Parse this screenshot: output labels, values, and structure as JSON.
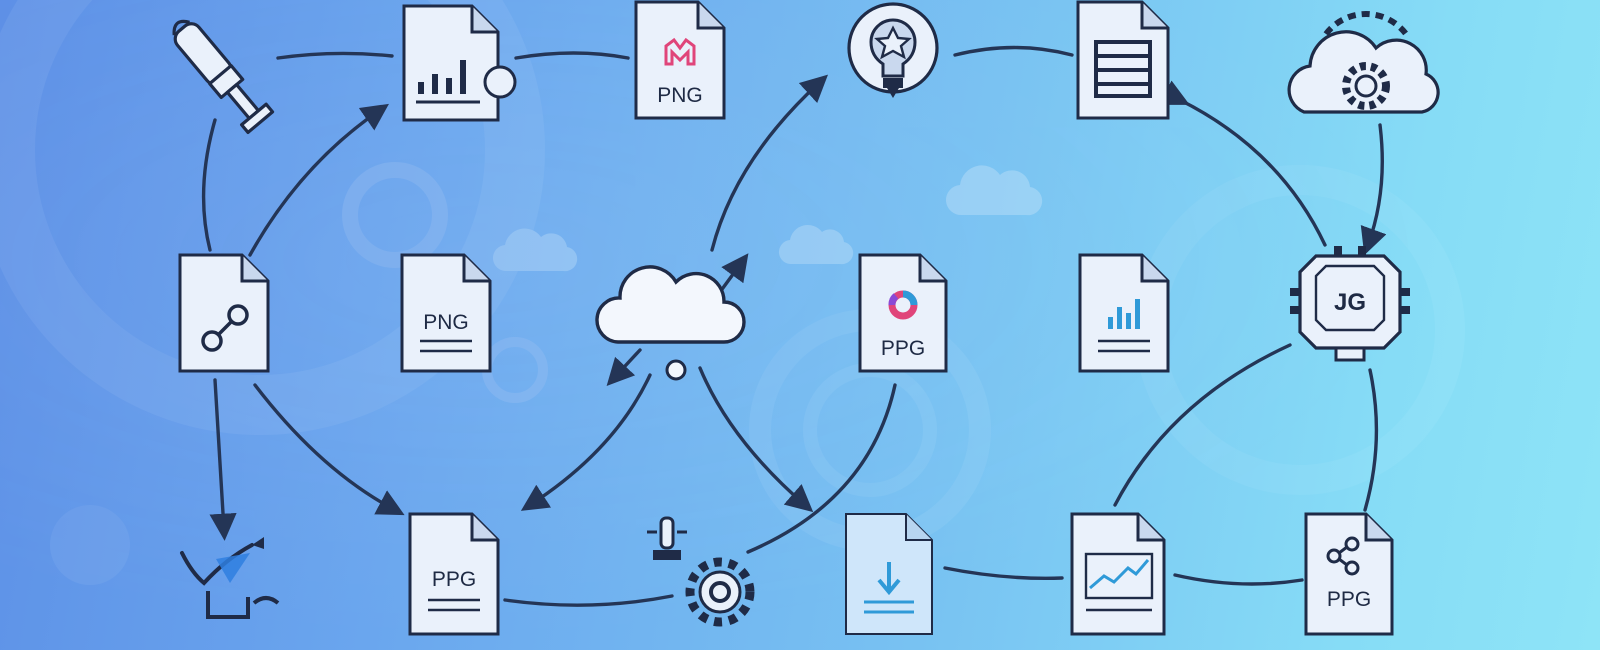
{
  "colors": {
    "ink": "#1f2b47",
    "line": "#243556",
    "card": "#eaf1fb",
    "card_fold": "#c9d8ee",
    "accent_blue": "#2f9ad8",
    "accent_pink": "#e0457a"
  },
  "nodes": [
    {
      "id": "wrench-tool",
      "icon": "wrench-tool-icon",
      "label": ""
    },
    {
      "id": "bar-chart-doc",
      "icon": "bar-chart-document-icon",
      "label": ""
    },
    {
      "id": "png-doc-top",
      "icon": "image-document-icon",
      "label": "PNG"
    },
    {
      "id": "lightbulb",
      "icon": "lightbulb-icon",
      "label": ""
    },
    {
      "id": "table-doc",
      "icon": "table-document-icon",
      "label": ""
    },
    {
      "id": "cloud-gear",
      "icon": "cloud-gear-icon",
      "label": ""
    },
    {
      "id": "link-doc",
      "icon": "link-document-icon",
      "label": ""
    },
    {
      "id": "png-doc-mid",
      "icon": "text-document-icon",
      "label": "PNG"
    },
    {
      "id": "cloud-hub",
      "icon": "cloud-icon",
      "label": ""
    },
    {
      "id": "ppg-doc-mid",
      "icon": "ring-document-icon",
      "label": "PPG"
    },
    {
      "id": "chart-doc-mid",
      "icon": "chart-document-icon",
      "label": ""
    },
    {
      "id": "jg-chip",
      "icon": "chip-icon",
      "label": "JG"
    },
    {
      "id": "check-tray",
      "icon": "check-tray-icon",
      "label": ""
    },
    {
      "id": "ppg-doc-bottom",
      "icon": "text-document-icon",
      "label": "PPG"
    },
    {
      "id": "settings-gear",
      "icon": "gear-joystick-icon",
      "label": ""
    },
    {
      "id": "download-doc",
      "icon": "download-document-icon",
      "label": ""
    },
    {
      "id": "graph-doc",
      "icon": "line-graph-document-icon",
      "label": ""
    },
    {
      "id": "share-doc",
      "icon": "share-document-icon",
      "label": "PPG"
    }
  ]
}
